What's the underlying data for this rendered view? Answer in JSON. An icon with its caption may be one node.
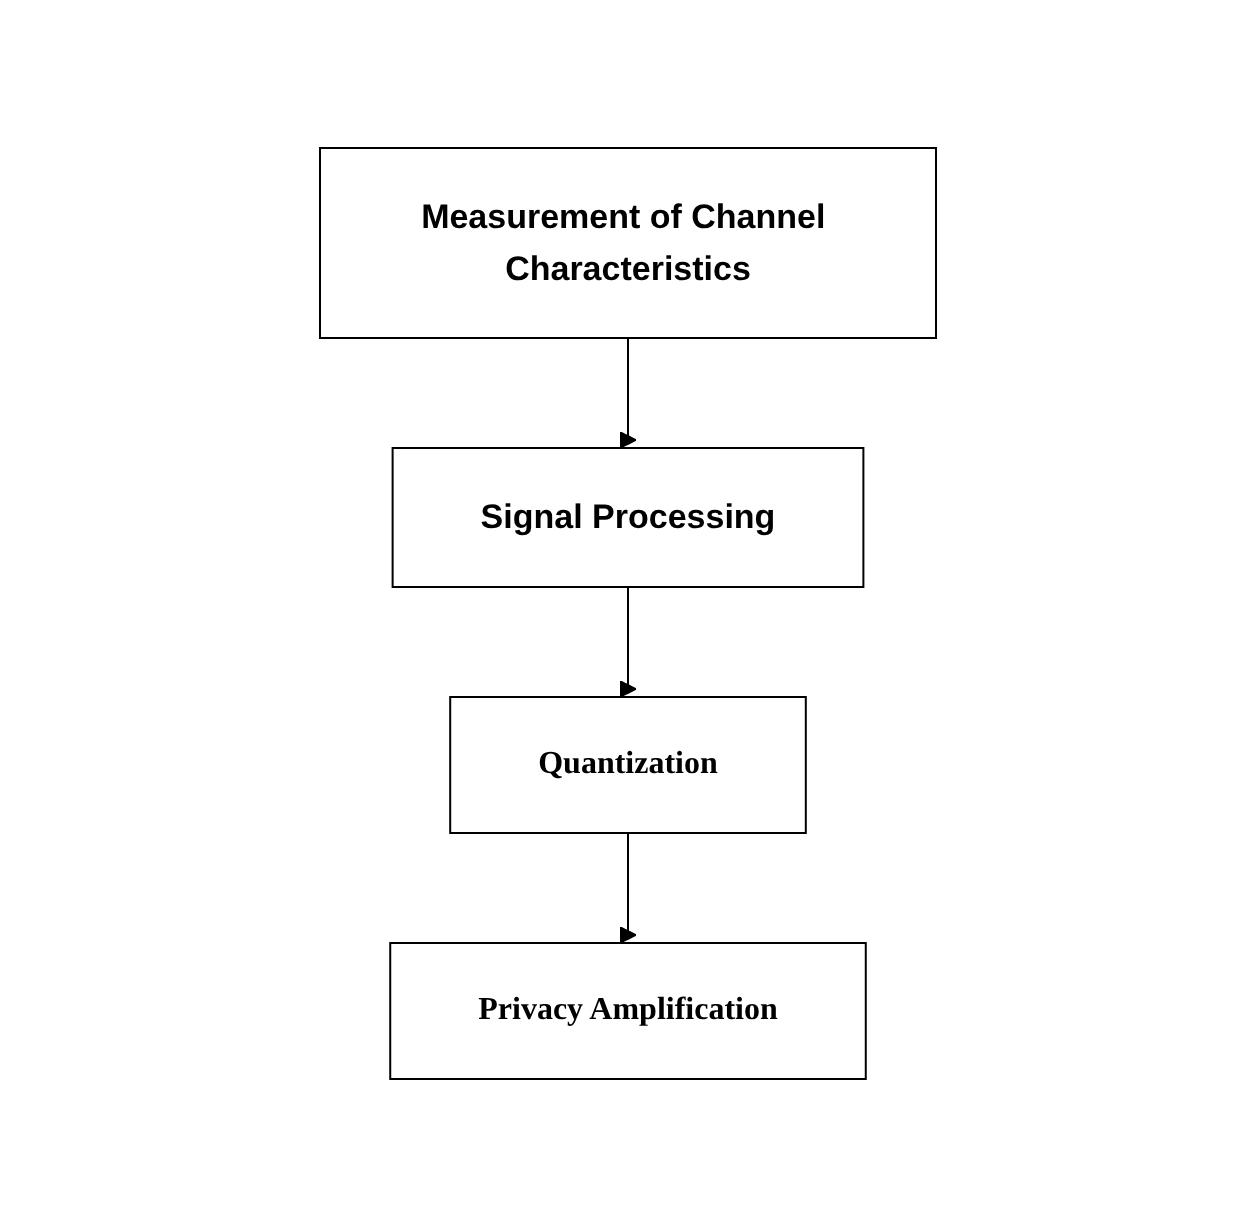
{
  "diagram": {
    "nodes": [
      {
        "text": [
          "Measurement of Channel Characteristics"
        ]
      },
      {
        "text": [
          "Signal Processing"
        ]
      },
      {
        "text": [
          "Quantization"
        ]
      },
      {
        "text": [
          "Privacy Amplification"
        ]
      }
    ],
    "edges": [
      {
        "from": 0,
        "to": 1,
        "arrow": "to"
      },
      {
        "from": 1,
        "to": 2,
        "arrow": "to"
      },
      {
        "from": 2,
        "to": 3,
        "arrow": "to"
      }
    ]
  }
}
